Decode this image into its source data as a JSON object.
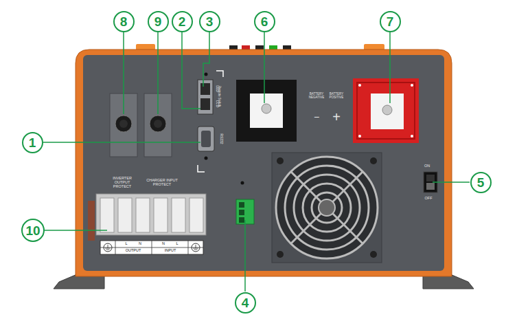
{
  "diagram": {
    "nodes": [
      {
        "text": [
          "8"
        ]
      },
      {
        "text": [
          "9"
        ]
      },
      {
        "text": [
          "2"
        ]
      },
      {
        "text": [
          "3"
        ]
      },
      {
        "text": [
          "6"
        ]
      },
      {
        "text": [
          "7"
        ]
      },
      {
        "text": [
          "1"
        ]
      },
      {
        "text": [
          "5"
        ]
      },
      {
        "text": [
          "10"
        ]
      },
      {
        "text": [
          "4"
        ]
      }
    ],
    "labels": [
      "Remote Switch",
      "LED",
      "LCD",
      "RS232",
      "BATTERY NEGATIVE",
      "BATTERY POSITIVE",
      "−",
      "+",
      "ON",
      "OFF",
      "INVERTER OUTPUT PROTECT",
      "CHARGER INPUT PROTECT",
      "L",
      "N",
      "OUTPUT",
      "N",
      "L",
      "INPUT"
    ]
  }
}
